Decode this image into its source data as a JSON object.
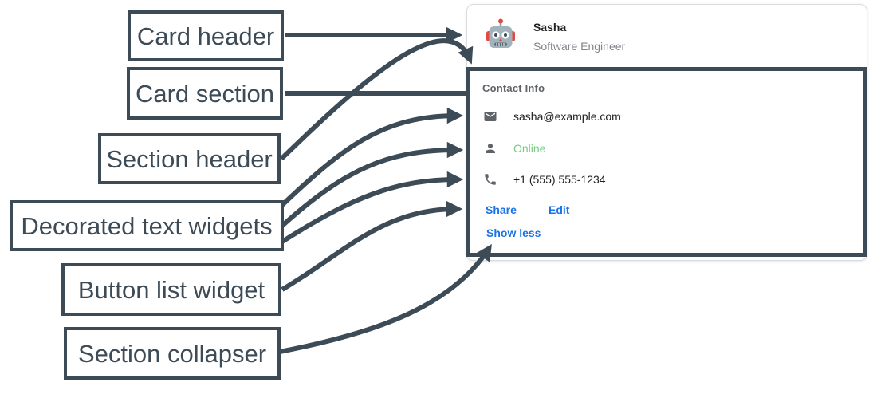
{
  "annotations": {
    "labels": [
      {
        "id": "card-header",
        "text": "Card header"
      },
      {
        "id": "card-section",
        "text": "Card section"
      },
      {
        "id": "section-header",
        "text": "Section header"
      },
      {
        "id": "decorated-text-widgets",
        "text": "Decorated text widgets"
      },
      {
        "id": "button-list-widget",
        "text": "Button list widget"
      },
      {
        "id": "section-collapser",
        "text": "Section collapser"
      }
    ]
  },
  "card": {
    "header": {
      "title": "Sasha",
      "subtitle": "Software Engineer",
      "avatar_icon": "robot-avatar-icon"
    },
    "section": {
      "title": "Contact Info",
      "widgets": [
        {
          "icon": "mail-icon",
          "text": "sasha@example.com"
        },
        {
          "icon": "person-icon",
          "text": "Online",
          "status_color": "#76CD80"
        },
        {
          "icon": "phone-icon",
          "text": "+1 (555) 555-1234"
        }
      ],
      "buttons": [
        {
          "label": "Share"
        },
        {
          "label": "Edit"
        }
      ],
      "collapser_label": "Show less"
    }
  },
  "colors": {
    "annotation": "#3D4B57",
    "link_blue": "#1A73E8",
    "online_green": "#76CD80",
    "icon_gray": "#5F6368",
    "text_dark": "#202124",
    "subtitle_gray": "#80868B",
    "card_border": "#DADCE0"
  }
}
